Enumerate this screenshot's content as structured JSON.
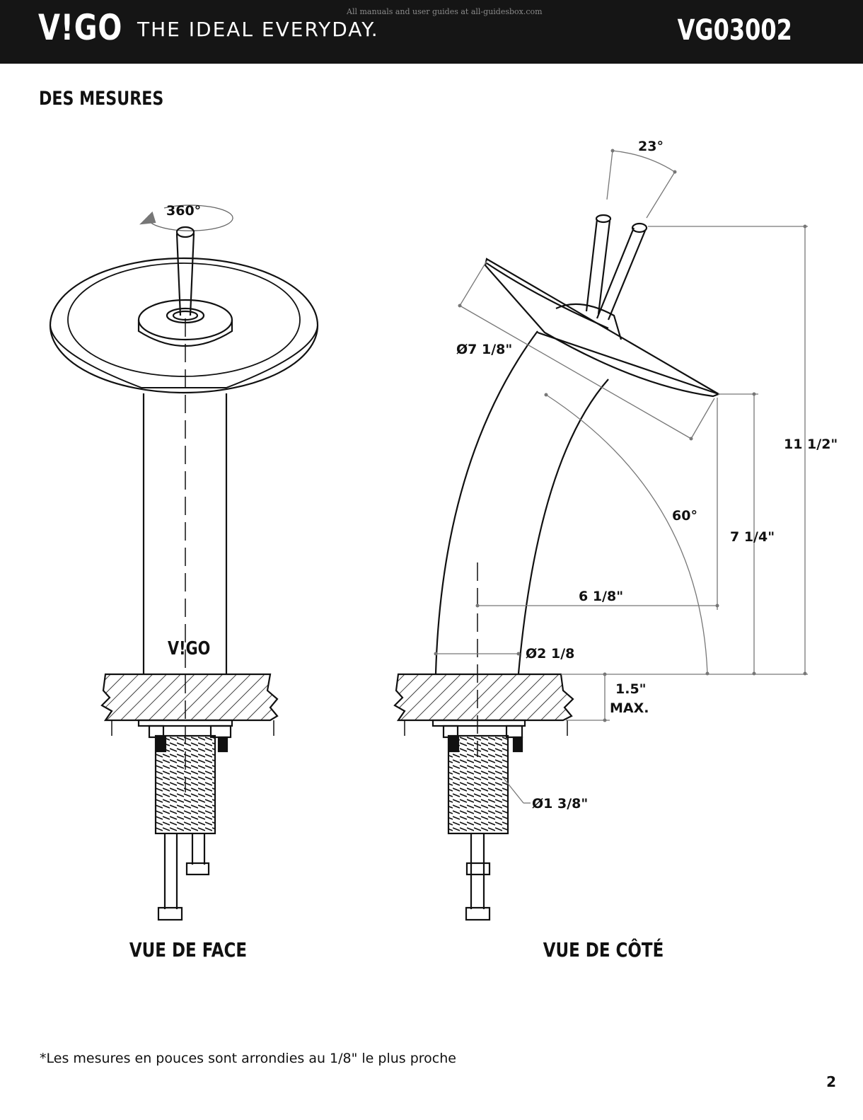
{
  "header": {
    "logo": "V!GO",
    "tagline": "THE IDEAL EVERYDAY.",
    "watermark": "All manuals and user guides at all-guidesbox.com",
    "model": "VG03002"
  },
  "section_title": "DES MESURES",
  "front_view": {
    "label": "VUE DE FACE",
    "rotation": "360°",
    "brand_mark": "V!GO"
  },
  "side_view": {
    "label": "VUE DE CÔTÉ",
    "handle_angle": "23°",
    "spout_diameter": "Ø7 1/8\"",
    "spout_angle": "60°",
    "total_height": "11 1/2\"",
    "spout_height": "7 1/4\"",
    "reach": "6 1/8\"",
    "base_diameter": "Ø2 1/8",
    "deck_thickness_line1": "1.5\"",
    "deck_thickness_line2": "MAX.",
    "shank_diameter": "Ø1 3/8\""
  },
  "footnote": "*Les mesures en pouces sont arrondies au 1/8\" le plus proche",
  "page_number": "2"
}
